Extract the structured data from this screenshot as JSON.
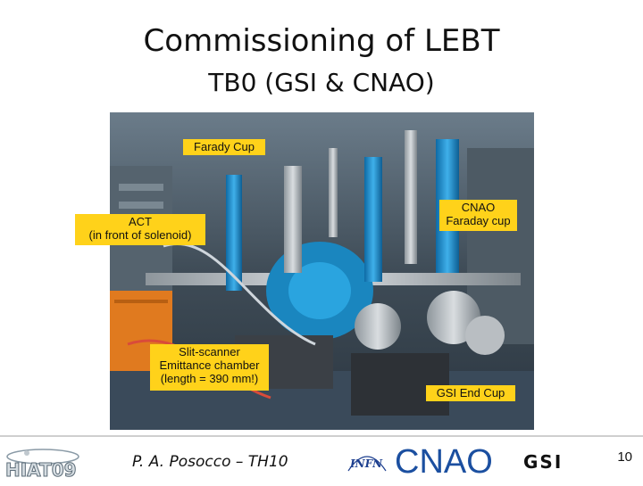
{
  "title": "Commissioning of LEBT",
  "subtitle": "TB0 (GSI & CNAO)",
  "labels": {
    "farady_cup": "Farady Cup",
    "act_line1": "ACT",
    "act_line2": "(in front of solenoid)",
    "cnao_fc_line1": "CNAO",
    "cnao_fc_line2": "Faraday cup",
    "slit_line1": "Slit-scanner",
    "slit_line2": "Emittance chamber",
    "slit_line3": "(length = 390 mm!)",
    "gsi_end_cup": "GSI End Cup"
  },
  "footer": {
    "author": "P. A. Posocco – TH10",
    "page_number": "10",
    "logo_hiat": "HIAT09",
    "logo_infn": "INFN",
    "logo_cnao": "CNAO",
    "logo_gsi": "GSI"
  },
  "colors": {
    "label_bg": "#ffd21a",
    "blue_equipment": "#1e8fd0",
    "cnao_blue": "#1b4fa0"
  }
}
